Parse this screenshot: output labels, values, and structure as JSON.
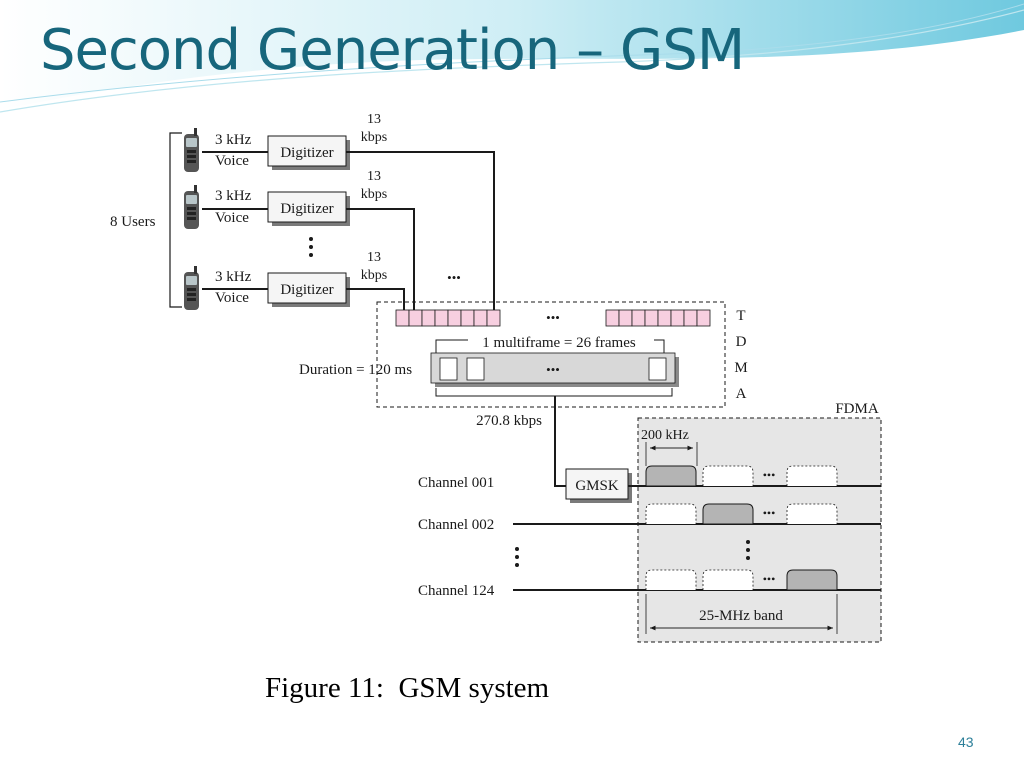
{
  "slide": {
    "title": "Second Generation – GSM",
    "caption": "Figure 11:  GSM system",
    "page_number": "43"
  },
  "diagram": {
    "users_label": "8 Users",
    "users": [
      {
        "voice_line1": "3 kHz",
        "voice_line2": "Voice",
        "digitizer": "Digitizer",
        "rate_line1": "13",
        "rate_line2": "kbps"
      },
      {
        "voice_line1": "3 kHz",
        "voice_line2": "Voice",
        "digitizer": "Digitizer",
        "rate_line1": "13",
        "rate_line2": "kbps"
      },
      {
        "voice_line1": "3 kHz",
        "voice_line2": "Voice",
        "digitizer": "Digitizer",
        "rate_line1": "13",
        "rate_line2": "kbps"
      }
    ],
    "tdma": {
      "letters": [
        "T",
        "D",
        "M",
        "A"
      ],
      "multiframe_label": "1 multiframe = 26 frames",
      "duration_label": "Duration = 120 ms",
      "output_rate": "270.8 kbps"
    },
    "gmsk_label": "GMSK",
    "fdma": {
      "label": "FDMA",
      "channel_width": "200 kHz",
      "band_label": "25-MHz band"
    },
    "channels": [
      "Channel 001",
      "Channel 002",
      "Channel 124"
    ],
    "ellipsis": "•••",
    "colors": {
      "title": "#17667c",
      "frame_slot": "#f7cfe0",
      "frame_block": "#d8d8d8",
      "fdma_bg": "#e6e6e6",
      "carrier_active": "#b4b4b4"
    }
  }
}
